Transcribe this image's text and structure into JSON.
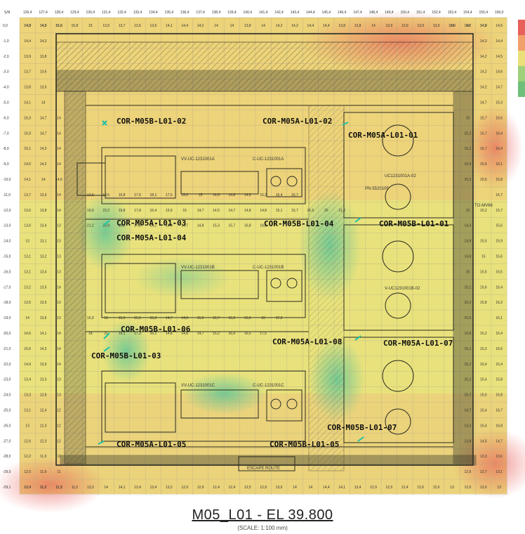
{
  "header_corner": "S/N",
  "column_headers": [
    "126,4",
    "127,4",
    "128,4",
    "129,4",
    "130,4",
    "131,4",
    "132,4",
    "133,4",
    "134,4",
    "135,4",
    "136,4",
    "137,4",
    "138,4",
    "139,4",
    "140,4",
    "141,4",
    "142,4",
    "143,4",
    "144,4",
    "145,4",
    "146,4",
    "147,4",
    "148,4",
    "149,4",
    "150,4",
    "151,4",
    "152,4",
    "153,4",
    "154,4",
    "155,4",
    "156,0"
  ],
  "row_headers": [
    "0,0",
    "-1,0",
    "-2,0",
    "-3,0",
    "-4,0",
    "-5,0",
    "-6,0",
    "-7,0",
    "-8,0",
    "-9,0",
    "-10,0",
    "-11,0",
    "-12,0",
    "-13,0",
    "-14,0",
    "-15,0",
    "-16,0",
    "-17,0",
    "-18,0",
    "-19,0",
    "-20,0",
    "-21,0",
    "-22,0",
    "-23,0",
    "-24,0",
    "-25,0",
    "-26,0",
    "-27,0",
    "-28,0",
    "-29,0",
    "-29,1"
  ],
  "left_values": [
    [
      "14,8",
      "14,9",
      "15,6"
    ],
    [
      "14,4",
      "14,3",
      ""
    ],
    [
      "13,9",
      "13,8",
      ""
    ],
    [
      "13,7",
      "13,6",
      ""
    ],
    [
      "13,8",
      "13,5",
      ""
    ],
    [
      "14,1",
      "14",
      ""
    ],
    [
      "16,3",
      "14,7",
      "14"
    ],
    [
      "15,9",
      "14,7",
      "14"
    ],
    [
      "15,1",
      "14,3",
      "14"
    ],
    [
      "14,6",
      "14,2",
      "14"
    ],
    [
      "14,1",
      "14",
      "14,6"
    ],
    [
      "13,7",
      "13,9",
      "14"
    ],
    [
      "13,6",
      "13,8",
      "14"
    ],
    [
      "13,6",
      "13,4",
      "13"
    ],
    [
      "13",
      "13,1",
      "13"
    ],
    [
      "13,1",
      "13,2",
      "13"
    ],
    [
      "13,1",
      "13,4",
      "13"
    ],
    [
      "13,2",
      "13,5",
      "14"
    ],
    [
      "13,5",
      "13,5",
      "13"
    ],
    [
      "14",
      "13,6",
      "13"
    ],
    [
      "14,6",
      "14,1",
      "14"
    ],
    [
      "15,6",
      "14,3",
      "14"
    ],
    [
      "14,9",
      "13,9",
      "14"
    ],
    [
      "13,4",
      "13,3",
      "13"
    ],
    [
      "13,3",
      "12,8",
      "13"
    ],
    [
      "13,1",
      "12,4",
      "12"
    ],
    [
      "13",
      "12,3",
      "12"
    ],
    [
      "12,6",
      "12,3",
      "12"
    ],
    [
      "12,2",
      "11,9",
      "11"
    ],
    [
      "12,5",
      "11,9",
      "11"
    ],
    [
      "12,4",
      "11,2",
      "11,3"
    ]
  ],
  "right_values": [
    [
      "13,9",
      "14",
      "14,2",
      "14,6"
    ],
    [
      "",
      "",
      "14,3",
      "14,4"
    ],
    [
      "",
      "",
      "14,2",
      "14,5"
    ],
    [
      "",
      "",
      "14,2",
      "14,6"
    ],
    [
      "",
      "",
      "14,2",
      "14,7"
    ],
    [
      "",
      "",
      "14,7",
      "15,3"
    ],
    [
      "15",
      "15,7",
      "16,6"
    ],
    [
      "15,2",
      "15,7",
      "16,4"
    ],
    [
      "15,1",
      "15,7",
      "16,4"
    ],
    [
      "15,4",
      "15,6",
      "16,1"
    ],
    [
      "15,3",
      "15,6",
      "15,8"
    ],
    [
      "",
      "",
      "15,7"
    ],
    [
      "15",
      "15,2",
      "15,7"
    ],
    [
      "14,3",
      "",
      "15,6"
    ],
    [
      "14,9",
      "15,5",
      "15,9"
    ],
    [
      "14,6",
      "15",
      "15,6"
    ],
    [
      "15",
      "15,5",
      "16,5"
    ],
    [
      "15,1",
      "15,6",
      "16,4"
    ],
    [
      "15,2",
      "15,8",
      "16,2"
    ],
    [
      "15,6",
      "",
      "16,1"
    ],
    [
      "14,9",
      "15,2",
      "15,4"
    ],
    [
      "15,1",
      "15,3",
      "15,6"
    ],
    [
      "15,2",
      "15,4",
      "15,4"
    ],
    [
      "15,2",
      "15,4",
      "15,8"
    ],
    [
      "15,2",
      "15,6",
      "15,8"
    ],
    [
      "14,7",
      "15,4",
      "16,7"
    ],
    [
      "14,3",
      "15,4",
      "16,8"
    ],
    [
      "13,8",
      "14,5",
      "14,7"
    ],
    [
      "",
      "13,3",
      "13,6"
    ],
    [
      "12,6",
      "12,7",
      "13,1"
    ],
    [
      "12,6",
      "12,6",
      "13"
    ]
  ],
  "top_values": [
    "14,8",
    "14,9",
    "15,6",
    "15,8",
    "15",
    "13,9",
    "13,7",
    "13,6",
    "13,6",
    "14,1",
    "14,4",
    "14,2",
    "14",
    "14",
    "13,8",
    "14",
    "14,2",
    "14,2",
    "14,4",
    "14,4",
    "13,8",
    "13,8",
    "14",
    "13,9",
    "13,9",
    "13,9",
    "13,9",
    "14",
    "14,2",
    "14,6"
  ],
  "bottom_values": [
    "12,4",
    "11,2",
    "11,3",
    "11,0",
    "13,3",
    "14",
    "14,1",
    "13,4",
    "13,4",
    "13,2",
    "12,9",
    "12,9",
    "12,4",
    "12,4",
    "12,5",
    "12,9",
    "13,6",
    "14",
    "14",
    "14,4",
    "14,1",
    "13,4",
    "12,9",
    "12,5",
    "12,4",
    "12,6",
    "12,6",
    "13"
  ],
  "mid_values": [
    {
      "row": "-11,0",
      "vals": [
        "13,9",
        "14,5",
        "16,8",
        "17,6",
        "18,1",
        "17,5",
        "15,6",
        "15",
        "14,6",
        "14,8",
        "14,9",
        "15,2",
        "15,4",
        "15,7"
      ]
    },
    {
      "row": "-12,0",
      "vals": [
        "19,9",
        "22,2",
        "19,8",
        "17,8",
        "16,4",
        "15,6",
        "15",
        "14,7",
        "14,5",
        "14,7",
        "14,8",
        "14,8",
        "15,1",
        "15,7",
        "16,6",
        "20",
        "21,2"
      ]
    },
    {
      "row": "-13,0",
      "vals": [
        "21,2",
        "20,9",
        "19,1",
        "17,3",
        "16,2",
        "14,9",
        "14,7",
        "14,8",
        "15,3",
        "15,7",
        "16,8",
        "18,3"
      ]
    },
    {
      "row": "-19,0",
      "vals": [
        "16,9",
        "16",
        "15,6",
        "15,5",
        "15,2",
        "14,7",
        "14,9",
        "15,5",
        "16,7",
        "16,2",
        "15,6",
        "16",
        "17,2"
      ]
    },
    {
      "row": "-20,0",
      "vals": [
        "18",
        "21",
        "19,1",
        "17,3",
        "16,1",
        "14,8",
        "14,8",
        "14,7",
        "15,2",
        "16,6",
        "16,5",
        "17,5"
      ]
    }
  ],
  "equipment_labels": [
    "VV-UC-1231001A",
    "C-UC-1231001A",
    "VV-UC-1231001B",
    "C-UC-1231001B",
    "VV-UC-1231001C",
    "C-UC-1231001C",
    "UC1231001A-02",
    "V-UC1231001B-02",
    "PN-5520105",
    "TO-MV66",
    "ESCAPE ROUTE"
  ],
  "corridor_tags": [
    {
      "id": "COR-M05B-L01-02"
    },
    {
      "id": "COR-M05A-L01-02"
    },
    {
      "id": "COR-M05A-L01-01"
    },
    {
      "id": "COR-M05A-L01-03"
    },
    {
      "id": "COR-M05B-L01-04"
    },
    {
      "id": "COR-M05B-L01-01"
    },
    {
      "id": "COR-M05A-L01-04"
    },
    {
      "id": "COR-M05B-L01-06"
    },
    {
      "id": "COR-M05A-L01-08"
    },
    {
      "id": "COR-M05A-L01-07"
    },
    {
      "id": "COR-M05B-L01-03"
    },
    {
      "id": "COR-M05B-L01-07"
    },
    {
      "id": "COR-M05A-L01-05"
    },
    {
      "id": "COR-M05B-L01-05"
    }
  ],
  "legend_colors": [
    "#e8605a",
    "#f2a06a",
    "#eadf78",
    "#9fd07c",
    "#6fc07a"
  ],
  "heat_colors": {
    "cool": "#5cc79a",
    "mid": "#e6e27a",
    "warm": "#f0a26a",
    "hot": "#e8605a"
  },
  "title": "M05_L01 - EL 39.800",
  "scale": "(SCALE: 1:100 mm)"
}
